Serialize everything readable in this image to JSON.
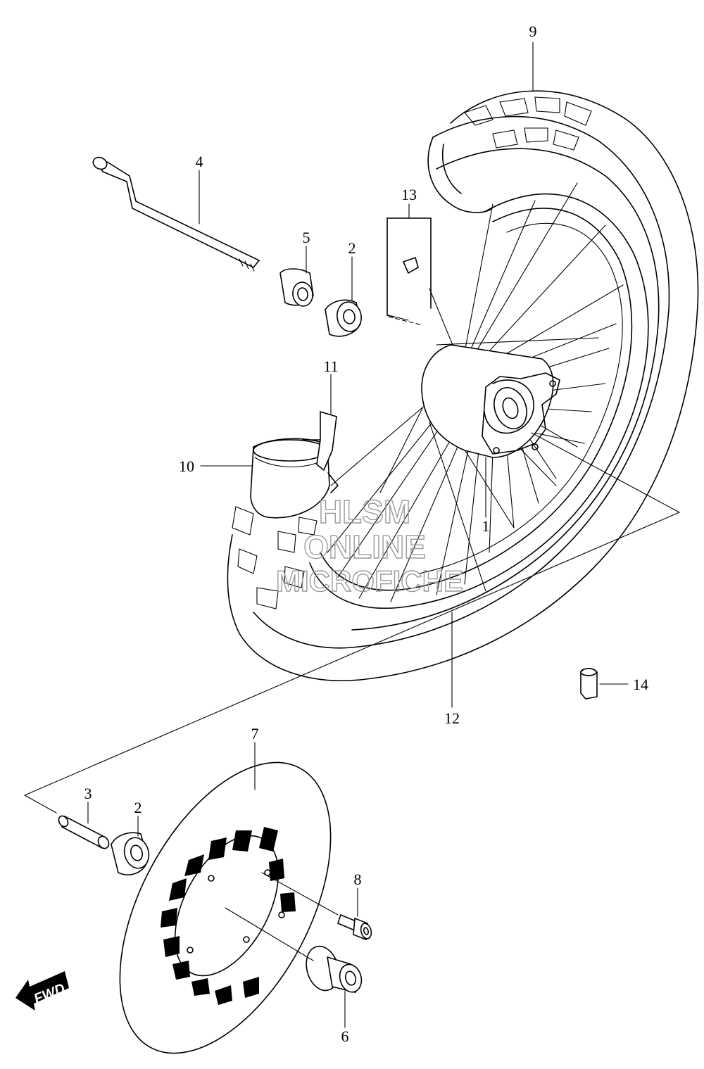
{
  "callouts": {
    "c1": "1",
    "c2a": "2",
    "c2b": "2",
    "c3": "3",
    "c4": "4",
    "c5": "5",
    "c6": "6",
    "c7": "7",
    "c8": "8",
    "c9": "9",
    "c10": "10",
    "c11": "11",
    "c12": "12",
    "c13": "13",
    "c14": "14"
  },
  "watermark": {
    "line1": "HLSM",
    "line2": "ONLINE",
    "line3": "MICROFICHE"
  },
  "fwd_label": "FWD",
  "colors": {
    "ink": "#000000",
    "paper": "#ffffff",
    "watermark": "#9a9a9a"
  }
}
